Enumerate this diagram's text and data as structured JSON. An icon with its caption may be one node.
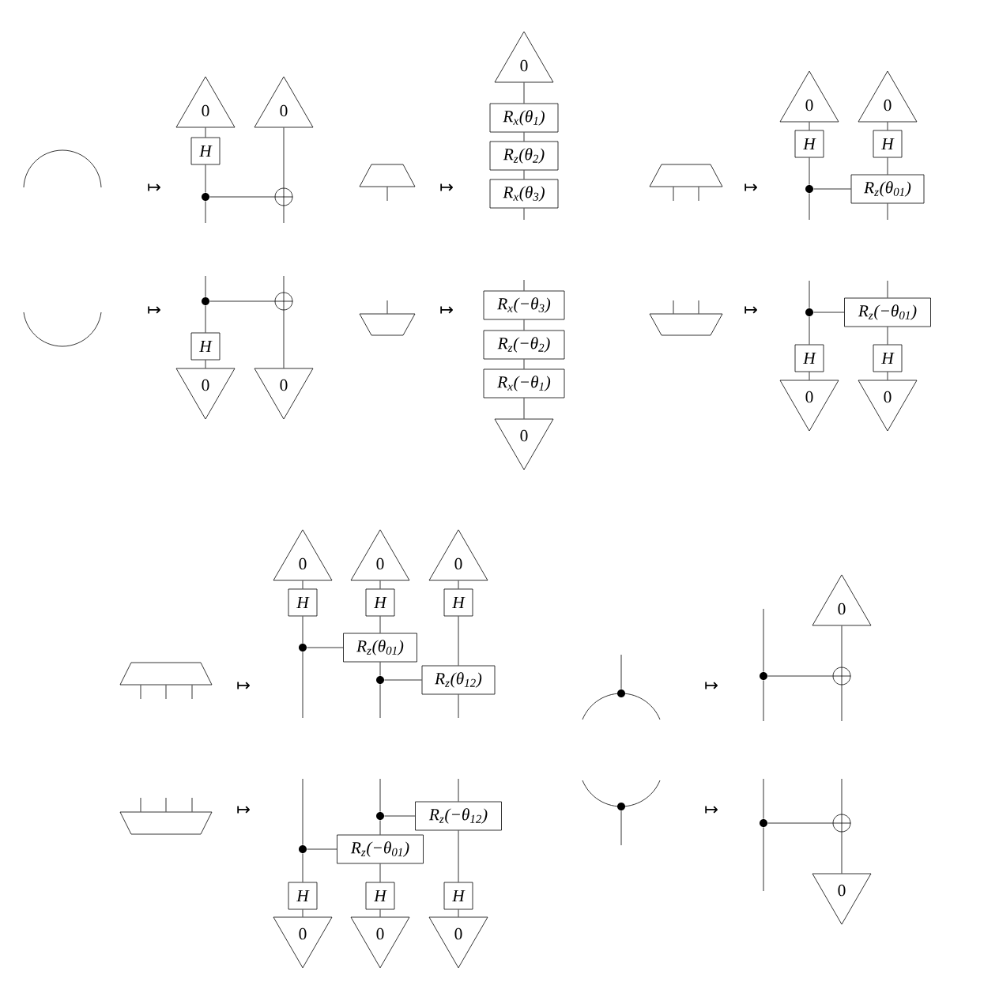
{
  "diagram": {
    "nodes": [
      {
        "text": [],
        "shape": "arc"
      },
      {
        "text": [
          "0"
        ]
      },
      {
        "text": [
          "0"
        ]
      },
      {
        "text": [
          "H"
        ]
      },
      {
        "text": [],
        "shape": "dot"
      },
      {
        "text": [],
        "shape": "circle"
      },
      {
        "text": [],
        "shape": "trapezoid"
      },
      {
        "text": [
          "0"
        ]
      },
      {
        "text": [
          "R$_{x}$(θ$_{1}$)"
        ]
      },
      {
        "text": [
          "R$_{z}$(θ$_{2}$)"
        ]
      },
      {
        "text": [
          "R$_{x}$(θ$_{3}$)"
        ]
      },
      {
        "text": [],
        "shape": "trapezoid"
      },
      {
        "text": [
          "0"
        ]
      },
      {
        "text": [
          "0"
        ]
      },
      {
        "text": [
          "H"
        ]
      },
      {
        "text": [
          "H"
        ]
      },
      {
        "text": [],
        "shape": "dot"
      },
      {
        "text": [
          "R$_{z}$(θ$_{01}$)"
        ]
      },
      {
        "text": [],
        "shape": "arc"
      },
      {
        "text": [],
        "shape": "dot"
      },
      {
        "text": [],
        "shape": "circle"
      },
      {
        "text": [
          "H"
        ]
      },
      {
        "text": [
          "0"
        ]
      },
      {
        "text": [
          "0"
        ]
      },
      {
        "text": [],
        "shape": "trapezoid"
      },
      {
        "text": [
          "R$_{x}$(−θ$_{3}$)"
        ]
      },
      {
        "text": [
          "R$_{z}$(−θ$_{2}$)"
        ]
      },
      {
        "text": [
          "R$_{x}$(−θ$_{1}$)"
        ]
      },
      {
        "text": [
          "0"
        ]
      },
      {
        "text": [],
        "shape": "trapezoid"
      },
      {
        "text": [],
        "shape": "dot"
      },
      {
        "text": [
          "R$_{z}$(−θ$_{01}$)"
        ]
      },
      {
        "text": [
          "H"
        ]
      },
      {
        "text": [
          "H"
        ]
      },
      {
        "text": [
          "0"
        ]
      },
      {
        "text": [
          "0"
        ]
      },
      {
        "text": [],
        "shape": "trapezoid"
      },
      {
        "text": [
          "0"
        ]
      },
      {
        "text": [
          "0"
        ]
      },
      {
        "text": [
          "0"
        ]
      },
      {
        "text": [
          "H"
        ]
      },
      {
        "text": [
          "H"
        ]
      },
      {
        "text": [
          "H"
        ]
      },
      {
        "text": [],
        "shape": "dot"
      },
      {
        "text": [
          "R$_{z}$(θ$_{01}$)"
        ]
      },
      {
        "text": [],
        "shape": "dot"
      },
      {
        "text": [
          "R$_{z}$(θ$_{12}$)"
        ]
      },
      {
        "text": [],
        "shape": "arc"
      },
      {
        "text": [],
        "shape": "dot"
      },
      {
        "text": [
          "0"
        ]
      },
      {
        "text": [],
        "shape": "dot"
      },
      {
        "text": [],
        "shape": "circle"
      },
      {
        "text": [],
        "shape": "trapezoid"
      },
      {
        "text": [],
        "shape": "dot"
      },
      {
        "text": [
          "R$_{z}$(−θ$_{12}$)"
        ]
      },
      {
        "text": [],
        "shape": "dot"
      },
      {
        "text": [
          "R$_{z}$(−θ$_{01}$)"
        ]
      },
      {
        "text": [
          "H"
        ]
      },
      {
        "text": [
          "H"
        ]
      },
      {
        "text": [
          "H"
        ]
      },
      {
        "text": [
          "0"
        ]
      },
      {
        "text": [
          "0"
        ]
      },
      {
        "text": [
          "0"
        ]
      },
      {
        "text": [],
        "shape": "arc"
      },
      {
        "text": [],
        "shape": "dot"
      },
      {
        "text": [],
        "shape": "dot"
      },
      {
        "text": [],
        "shape": "circle"
      },
      {
        "text": [
          "0"
        ]
      }
    ],
    "edges": [
      {
        "from": 1,
        "to": 3,
        "arrow": "none"
      },
      {
        "from": 3,
        "to": 4,
        "arrow": "none"
      },
      {
        "from": 4,
        "to": null,
        "arrow": "none"
      },
      {
        "from": 2,
        "to": 5,
        "arrow": "none"
      },
      {
        "from": 5,
        "to": null,
        "arrow": "none"
      },
      {
        "from": 4,
        "to": 5,
        "arrow": "none"
      },
      {
        "from": 6,
        "to": null,
        "arrow": "none"
      },
      {
        "from": 7,
        "to": 8,
        "arrow": "none"
      },
      {
        "from": 8,
        "to": 9,
        "arrow": "none"
      },
      {
        "from": 9,
        "to": 10,
        "arrow": "none"
      },
      {
        "from": 10,
        "to": null,
        "arrow": "none"
      },
      {
        "from": 11,
        "to": null,
        "arrow": "none"
      },
      {
        "from": 11,
        "to": null,
        "arrow": "none"
      },
      {
        "from": 12,
        "to": 14,
        "arrow": "none"
      },
      {
        "from": 14,
        "to": 16,
        "arrow": "none"
      },
      {
        "from": 16,
        "to": null,
        "arrow": "none"
      },
      {
        "from": 13,
        "to": 15,
        "arrow": "none"
      },
      {
        "from": 15,
        "to": 17,
        "arrow": "none"
      },
      {
        "from": 17,
        "to": null,
        "arrow": "none"
      },
      {
        "from": 16,
        "to": 17,
        "arrow": "none"
      },
      {
        "from": null,
        "to": 19,
        "arrow": "none"
      },
      {
        "from": 19,
        "to": 21,
        "arrow": "none"
      },
      {
        "from": 21,
        "to": 22,
        "arrow": "none"
      },
      {
        "from": null,
        "to": 20,
        "arrow": "none"
      },
      {
        "from": 20,
        "to": 23,
        "arrow": "none"
      },
      {
        "from": 19,
        "to": 20,
        "arrow": "none"
      },
      {
        "from": 24,
        "to": null,
        "arrow": "none"
      },
      {
        "from": null,
        "to": 25,
        "arrow": "none"
      },
      {
        "from": 25,
        "to": 26,
        "arrow": "none"
      },
      {
        "from": 26,
        "to": 27,
        "arrow": "none"
      },
      {
        "from": 27,
        "to": 28,
        "arrow": "none"
      },
      {
        "from": 29,
        "to": null,
        "arrow": "none"
      },
      {
        "from": 29,
        "to": null,
        "arrow": "none"
      },
      {
        "from": null,
        "to": 30,
        "arrow": "none"
      },
      {
        "from": 30,
        "to": 32,
        "arrow": "none"
      },
      {
        "from": 32,
        "to": 34,
        "arrow": "none"
      },
      {
        "from": null,
        "to": 31,
        "arrow": "none"
      },
      {
        "from": 31,
        "to": 33,
        "arrow": "none"
      },
      {
        "from": 33,
        "to": 35,
        "arrow": "none"
      },
      {
        "from": 30,
        "to": 31,
        "arrow": "none"
      },
      {
        "from": 36,
        "to": null,
        "arrow": "none"
      },
      {
        "from": 36,
        "to": null,
        "arrow": "none"
      },
      {
        "from": 36,
        "to": null,
        "arrow": "none"
      },
      {
        "from": 37,
        "to": 40,
        "arrow": "none"
      },
      {
        "from": 40,
        "to": 43,
        "arrow": "none"
      },
      {
        "from": 43,
        "to": null,
        "arrow": "none"
      },
      {
        "from": 38,
        "to": 41,
        "arrow": "none"
      },
      {
        "from": 41,
        "to": 44,
        "arrow": "none"
      },
      {
        "from": 44,
        "to": 45,
        "arrow": "none"
      },
      {
        "from": 45,
        "to": null,
        "arrow": "none"
      },
      {
        "from": 39,
        "to": 42,
        "arrow": "none"
      },
      {
        "from": 42,
        "to": 46,
        "arrow": "none"
      },
      {
        "from": 46,
        "to": null,
        "arrow": "none"
      },
      {
        "from": 43,
        "to": 44,
        "arrow": "none"
      },
      {
        "from": 45,
        "to": 46,
        "arrow": "none"
      },
      {
        "from": 48,
        "to": null,
        "arrow": "none"
      },
      {
        "from": null,
        "to": 50,
        "arrow": "none"
      },
      {
        "from": 50,
        "to": null,
        "arrow": "none"
      },
      {
        "from": 49,
        "to": 51,
        "arrow": "none"
      },
      {
        "from": 51,
        "to": null,
        "arrow": "none"
      },
      {
        "from": 50,
        "to": 51,
        "arrow": "none"
      },
      {
        "from": 52,
        "to": null,
        "arrow": "none"
      },
      {
        "from": 52,
        "to": null,
        "arrow": "none"
      },
      {
        "from": 52,
        "to": null,
        "arrow": "none"
      },
      {
        "from": null,
        "to": 55,
        "arrow": "none"
      },
      {
        "from": 55,
        "to": 57,
        "arrow": "none"
      },
      {
        "from": 57,
        "to": 60,
        "arrow": "none"
      },
      {
        "from": null,
        "to": 53,
        "arrow": "none"
      },
      {
        "from": 53,
        "to": 56,
        "arrow": "none"
      },
      {
        "from": 56,
        "to": 58,
        "arrow": "none"
      },
      {
        "from": 58,
        "to": 61,
        "arrow": "none"
      },
      {
        "from": null,
        "to": 54,
        "arrow": "none"
      },
      {
        "from": 54,
        "to": 59,
        "arrow": "none"
      },
      {
        "from": 59,
        "to": 62,
        "arrow": "none"
      },
      {
        "from": 53,
        "to": 54,
        "arrow": "none"
      },
      {
        "from": 55,
        "to": 56,
        "arrow": "none"
      },
      {
        "from": 64,
        "to": null,
        "arrow": "none"
      },
      {
        "from": null,
        "to": 65,
        "arrow": "none"
      },
      {
        "from": 65,
        "to": null,
        "arrow": "none"
      },
      {
        "from": null,
        "to": 66,
        "arrow": "none"
      },
      {
        "from": 66,
        "to": 67,
        "arrow": "none"
      },
      {
        "from": 65,
        "to": 66,
        "arrow": "none"
      }
    ],
    "labels": [
      "↦",
      "↦",
      "↦",
      "↦",
      "↦",
      "↦",
      "↦",
      "↦",
      "↦",
      "↦"
    ]
  }
}
